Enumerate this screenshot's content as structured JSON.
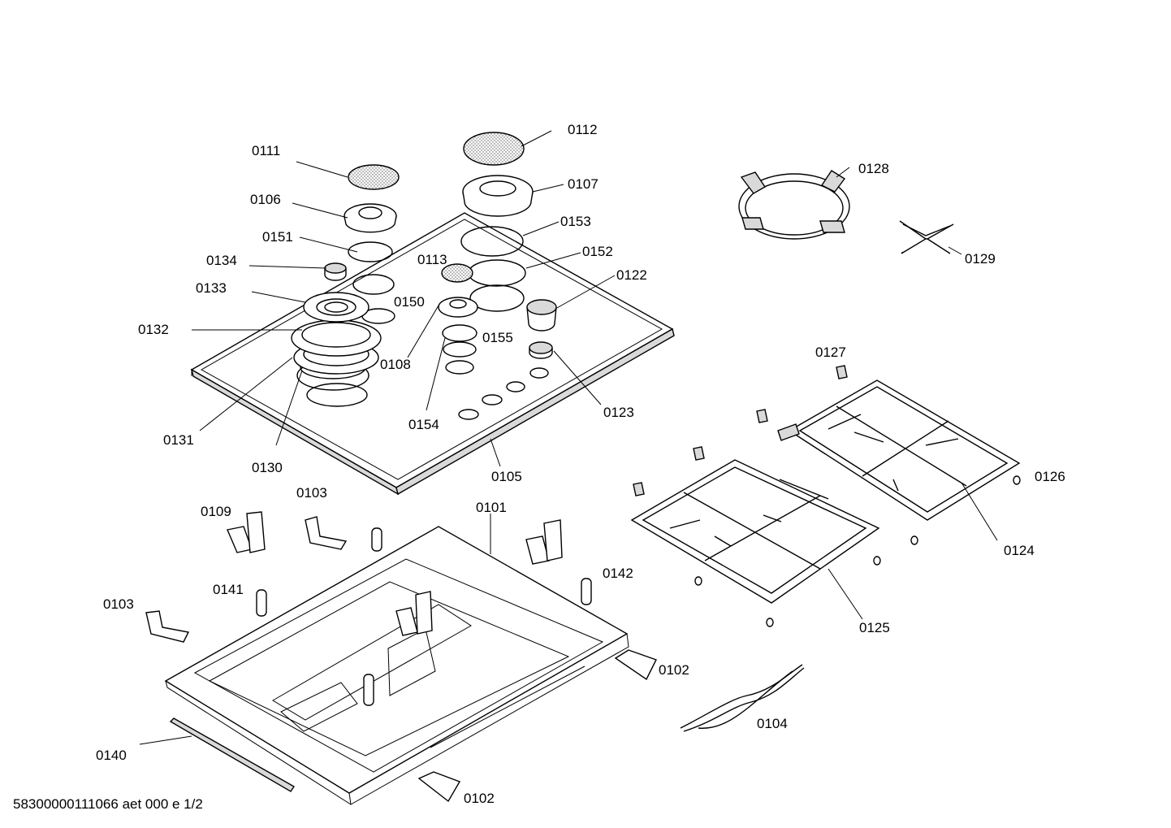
{
  "doc_code": "58300000111066 aet 000 e 1/2",
  "parts": {
    "p0101": "0101",
    "p0102a": "0102",
    "p0102b": "0102",
    "p0103a": "0103",
    "p0103b": "0103",
    "p0104": "0104",
    "p0105": "0105",
    "p0106": "0106",
    "p0107": "0107",
    "p0108": "0108",
    "p0109": "0109",
    "p0111": "0111",
    "p0112": "0112",
    "p0113": "0113",
    "p0122": "0122",
    "p0123": "0123",
    "p0124": "0124",
    "p0125": "0125",
    "p0126": "0126",
    "p0127": "0127",
    "p0128": "0128",
    "p0129": "0129",
    "p0130": "0130",
    "p0131": "0131",
    "p0132": "0132",
    "p0133": "0133",
    "p0134": "0134",
    "p0140": "0140",
    "p0141": "0141",
    "p0142": "0142",
    "p0150": "0150",
    "p0151": "0151",
    "p0152": "0152",
    "p0153": "0153",
    "p0154": "0154",
    "p0155": "0155"
  }
}
